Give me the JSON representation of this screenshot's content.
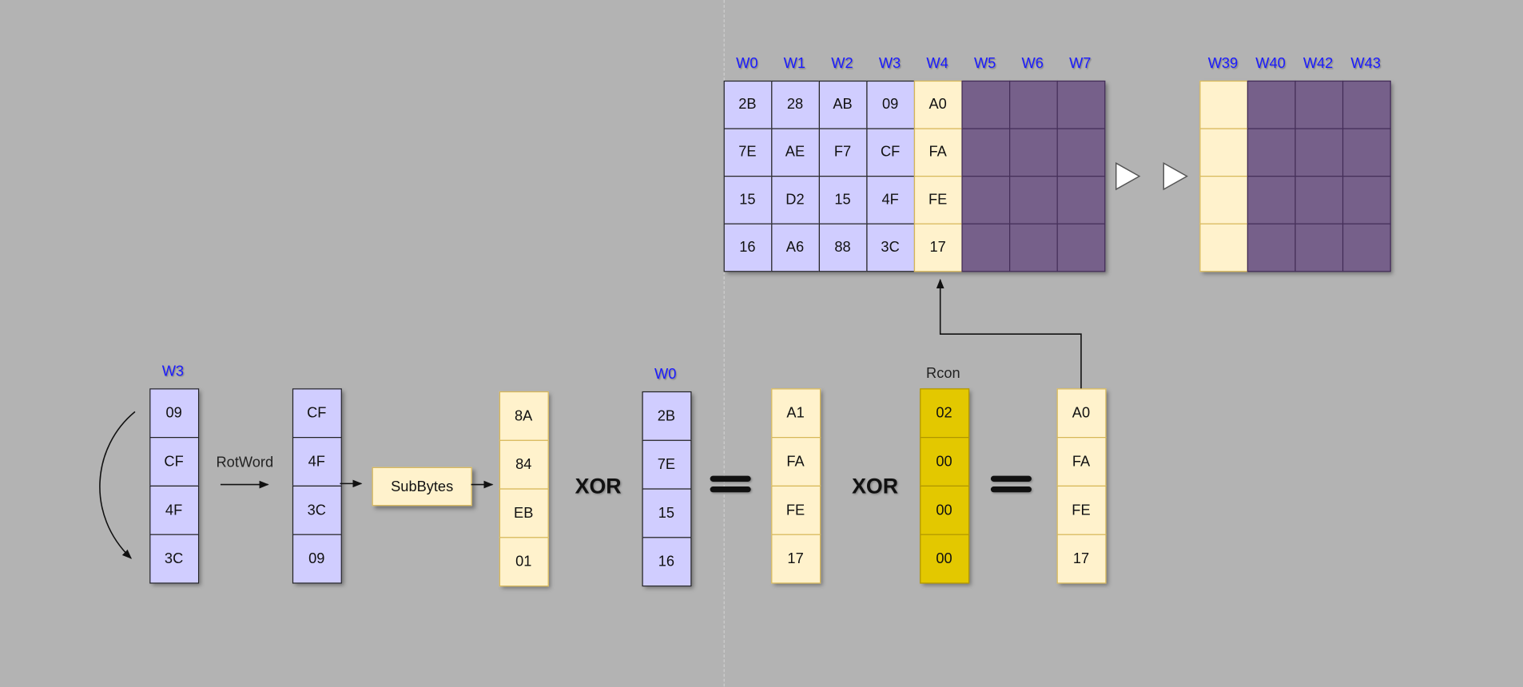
{
  "key_schedule": {
    "word_labels": [
      "W0",
      "W1",
      "W2",
      "W3",
      "W4",
      "W5",
      "W6",
      "W7"
    ],
    "rows": [
      [
        "2B",
        "28",
        "AB",
        "09",
        "A0",
        "",
        "",
        ""
      ],
      [
        "7E",
        "AE",
        "F7",
        "CF",
        "FA",
        "",
        "",
        ""
      ],
      [
        "15",
        "D2",
        "15",
        "4F",
        "FE",
        "",
        "",
        ""
      ],
      [
        "16",
        "A6",
        "88",
        "3C",
        "17",
        "",
        "",
        ""
      ]
    ]
  },
  "final_words": {
    "word_labels": [
      "W39",
      "W40",
      "W42",
      "W43"
    ]
  },
  "steps": {
    "w3_label": "W3",
    "w3_column": [
      "09",
      "CF",
      "4F",
      "3C"
    ],
    "rotword_label": "RotWord",
    "rotated_column": [
      "CF",
      "4F",
      "3C",
      "09"
    ],
    "subbytes_label": "SubBytes",
    "subbed_column": [
      "8A",
      "84",
      "EB",
      "01"
    ],
    "xor1_label": "XOR",
    "w0_label": "W0",
    "w0_column": [
      "2B",
      "7E",
      "15",
      "16"
    ],
    "result1_column": [
      "A1",
      "FA",
      "FE",
      "17"
    ],
    "xor2_label": "XOR",
    "rcon_label": "Rcon",
    "rcon_column": [
      "02",
      "00",
      "00",
      "00"
    ],
    "result2_column": [
      "A0",
      "FA",
      "FE",
      "17"
    ]
  },
  "colors": {
    "words_known": "#d0cdff",
    "word_new": "#fff2cc",
    "words_pending": "#76608a",
    "rcon": "#e3c800",
    "label_blue": "#1a1aff"
  }
}
